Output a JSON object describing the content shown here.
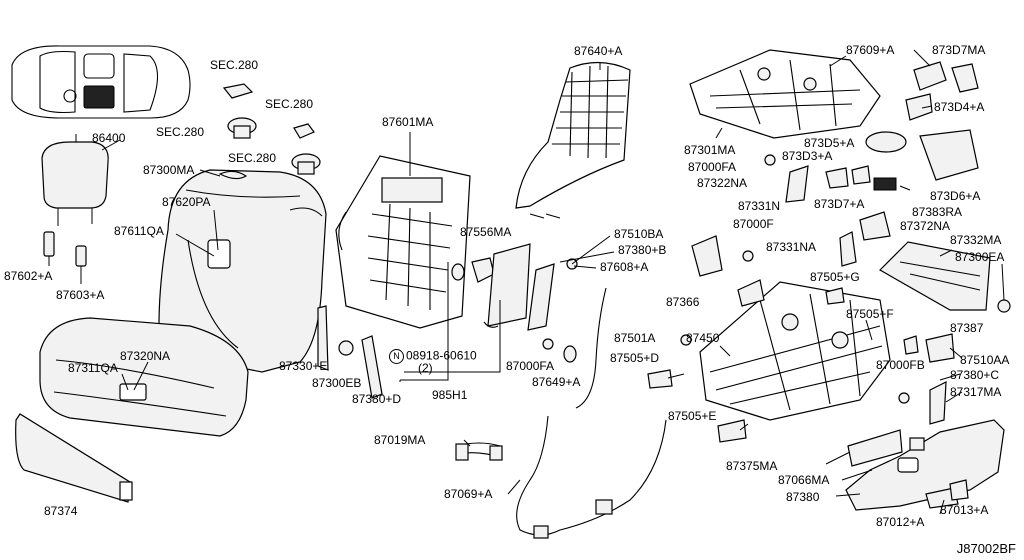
{
  "diagram": {
    "reference_code": "J87002BF",
    "callouts": [
      {
        "id": "sec280-a",
        "text": "SEC.280"
      },
      {
        "id": "sec280-b",
        "text": "SEC.280"
      },
      {
        "id": "sec280-c",
        "text": "SEC.280"
      },
      {
        "id": "sec280-d",
        "text": "SEC.280"
      },
      {
        "id": "86400",
        "text": "86400"
      },
      {
        "id": "87300MA",
        "text": "87300MA"
      },
      {
        "id": "87620PA",
        "text": "87620PA"
      },
      {
        "id": "87611QA",
        "text": "87611QA"
      },
      {
        "id": "87602A",
        "text": "87602+A"
      },
      {
        "id": "87603A",
        "text": "87603+A"
      },
      {
        "id": "87311QA",
        "text": "87311QA"
      },
      {
        "id": "87320NA",
        "text": "87320NA"
      },
      {
        "id": "87374",
        "text": "87374"
      },
      {
        "id": "87601MA",
        "text": "87601MA"
      },
      {
        "id": "87330E",
        "text": "87330+E"
      },
      {
        "id": "87300EB",
        "text": "87300EB"
      },
      {
        "id": "87380D",
        "text": "87380+D"
      },
      {
        "id": "87556MA",
        "text": "87556MA"
      },
      {
        "id": "08918",
        "text": "08918-60610"
      },
      {
        "id": "qty2",
        "text": "(2)"
      },
      {
        "id": "985H1",
        "text": "985H1"
      },
      {
        "id": "87640A",
        "text": "87640+A"
      },
      {
        "id": "87510BA",
        "text": "87510BA"
      },
      {
        "id": "87380B",
        "text": "87380+B"
      },
      {
        "id": "87608A",
        "text": "87608+A"
      },
      {
        "id": "87000FA-a",
        "text": "87000FA"
      },
      {
        "id": "87649A",
        "text": "87649+A"
      },
      {
        "id": "87019MA",
        "text": "87019MA"
      },
      {
        "id": "87069A",
        "text": "87069+A"
      },
      {
        "id": "87301MA",
        "text": "87301MA"
      },
      {
        "id": "87000FA-b",
        "text": "87000FA"
      },
      {
        "id": "87322NA",
        "text": "87322NA"
      },
      {
        "id": "87331N",
        "text": "87331N"
      },
      {
        "id": "87000F",
        "text": "87000F"
      },
      {
        "id": "87331NA",
        "text": "87331NA"
      },
      {
        "id": "87366",
        "text": "87366"
      },
      {
        "id": "87501A",
        "text": "87501A"
      },
      {
        "id": "87450",
        "text": "87450"
      },
      {
        "id": "87505D",
        "text": "87505+D"
      },
      {
        "id": "87505E",
        "text": "87505+E"
      },
      {
        "id": "87375MA",
        "text": "87375MA"
      },
      {
        "id": "87066MA",
        "text": "87066MA"
      },
      {
        "id": "87380",
        "text": "87380"
      },
      {
        "id": "87012A",
        "text": "87012+A"
      },
      {
        "id": "87013A",
        "text": "87013+A"
      },
      {
        "id": "87609A",
        "text": "87609+A"
      },
      {
        "id": "873D7MA",
        "text": "873D7MA"
      },
      {
        "id": "873D4A",
        "text": "873D4+A"
      },
      {
        "id": "873D5A",
        "text": "873D5+A"
      },
      {
        "id": "873D3A",
        "text": "873D3+A"
      },
      {
        "id": "873D6A",
        "text": "873D6+A"
      },
      {
        "id": "87383RA",
        "text": "87383RA"
      },
      {
        "id": "873D7A",
        "text": "873D7+A"
      },
      {
        "id": "87372NA",
        "text": "87372NA"
      },
      {
        "id": "87332MA",
        "text": "87332MA"
      },
      {
        "id": "87300EA",
        "text": "87300EA"
      },
      {
        "id": "87505G",
        "text": "87505+G"
      },
      {
        "id": "87505F",
        "text": "87505+F"
      },
      {
        "id": "87387",
        "text": "87387"
      },
      {
        "id": "87510AA",
        "text": "87510AA"
      },
      {
        "id": "87000FB",
        "text": "87000FB"
      },
      {
        "id": "87380C",
        "text": "87380+C"
      },
      {
        "id": "87317MA",
        "text": "87317MA"
      }
    ]
  }
}
